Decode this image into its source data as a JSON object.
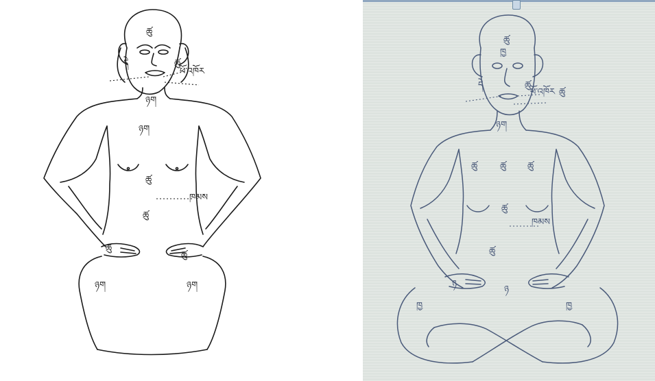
{
  "left": {
    "labels": [
      {
        "id": "forehead",
        "text": "ཚུ"
      },
      {
        "id": "cheek-l",
        "text": "དེ"
      },
      {
        "id": "cheek-r",
        "text": "ཚུ"
      },
      {
        "id": "neck",
        "text": "ཉག"
      },
      {
        "id": "jaw-note",
        "text": "ཕོ་འཁོར"
      },
      {
        "id": "chest",
        "text": "ཉག"
      },
      {
        "id": "belly",
        "text": "ཚུ"
      },
      {
        "id": "side-note",
        "text": "ཁམས"
      },
      {
        "id": "navel",
        "text": "ཚུ"
      },
      {
        "id": "hand-l",
        "text": "ཚུ"
      },
      {
        "id": "hand-r",
        "text": "ཚུ"
      },
      {
        "id": "knee-l",
        "text": "ཉག"
      },
      {
        "id": "knee-r",
        "text": "ཉག"
      }
    ]
  },
  "right": {
    "labels": [
      {
        "id": "forehead",
        "text": "ཚུ"
      },
      {
        "id": "brow",
        "text": "ཁྱ"
      },
      {
        "id": "cheek-l",
        "text": "དེ"
      },
      {
        "id": "cheek-r",
        "text": "ཚུ"
      },
      {
        "id": "jaw-note",
        "text": "ཕོ་འཁོར"
      },
      {
        "id": "shoulder-r",
        "text": "ཚུ"
      },
      {
        "id": "neck",
        "text": "ཉག"
      },
      {
        "id": "chest-l",
        "text": "ཚུ"
      },
      {
        "id": "chest-m",
        "text": "ཚུ"
      },
      {
        "id": "chest-r",
        "text": "ཚུ"
      },
      {
        "id": "belly",
        "text": "ཚུ"
      },
      {
        "id": "side-note",
        "text": "ཁམས"
      },
      {
        "id": "navel",
        "text": "ཚུ"
      },
      {
        "id": "hand-l",
        "text": "ཉ"
      },
      {
        "id": "hand-r",
        "text": "ཉ"
      },
      {
        "id": "knee-l",
        "text": "ཁྱ"
      },
      {
        "id": "knee-r",
        "text": "ཁྱ"
      }
    ]
  }
}
